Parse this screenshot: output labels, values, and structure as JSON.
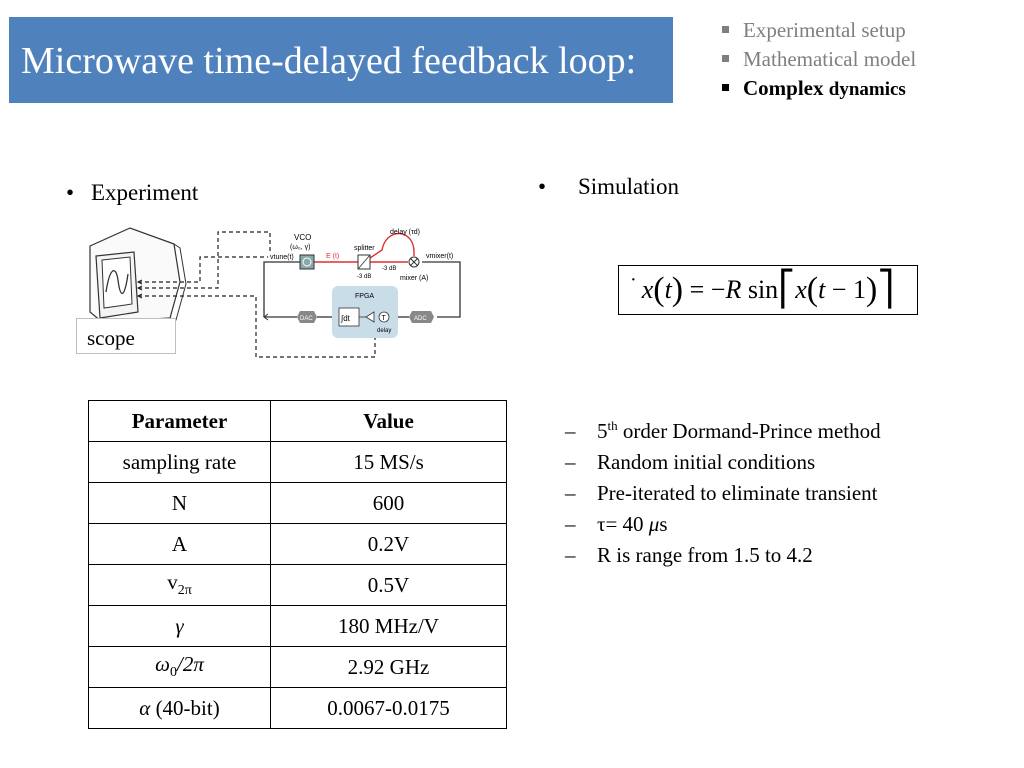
{
  "title": "Microwave time-delayed feedback loop:",
  "outline": [
    {
      "label": "Experimental setup",
      "active": false
    },
    {
      "label": "Mathematical model",
      "active": false
    },
    {
      "label_main": "Complex",
      "label_small": "dynamics",
      "active": true
    }
  ],
  "experiment": {
    "bullet": "Experiment",
    "scope_label": "scope",
    "diagram": {
      "vco": "VCO",
      "vco_params": "(ω₀, γ)",
      "vtune": "vtune(t)",
      "e_t": "E (t)",
      "splitter": "splitter",
      "minus3db_left": "-3 dB",
      "minus3db_right": "-3 dB",
      "delay": "delay (τd)",
      "vmixer": "vmixer(t)",
      "mixer": "mixer (A)",
      "fpga": "FPGA",
      "dac": "DAC",
      "adc": "ADC",
      "integral": "∫dt",
      "t_symbol": "T",
      "delay_small": "delay"
    }
  },
  "simulation": {
    "bullet": "Simulation",
    "equation": {
      "lhs": "x",
      "t": "t",
      "rhs_minus": "= −",
      "R": "R",
      "sin": "sin",
      "x": "x",
      "arg_t": "t",
      "arg_tail": "− 1"
    },
    "methods": [
      {
        "sup_num": "5",
        "sup": "th",
        "text": " order Dormand-Prince method"
      },
      {
        "text": "Random initial conditions"
      },
      {
        "text": "Pre-iterated to eliminate transient"
      },
      {
        "tau": "τ",
        "text": "= 40 ",
        "mu": "μ",
        "tail": "s"
      },
      {
        "text": "R is range from 1.5 to 4.2"
      }
    ]
  },
  "table": {
    "headers": [
      "Parameter",
      "Value"
    ],
    "rows": [
      {
        "param": "sampling rate",
        "value": "15 MS/s"
      },
      {
        "param": "N",
        "value": "600"
      },
      {
        "param": "A",
        "value": "0.2V"
      },
      {
        "param_main": "v",
        "param_sub": "2π",
        "value": "0.5V"
      },
      {
        "param": "γ",
        "value": "180 MHz/V"
      },
      {
        "param_main": "ω",
        "param_sub": "0",
        "param_tail": "/2π",
        "value": "2.92 GHz"
      },
      {
        "param_sym": "α",
        "param": " (40-bit)",
        "value": "0.0067-0.0175"
      }
    ]
  },
  "colors": {
    "title_bg": "#4f81bd",
    "outline_inactive": "#7f7f7f",
    "signal_red": "#e03030",
    "fpga_bg": "#c9dde8"
  }
}
